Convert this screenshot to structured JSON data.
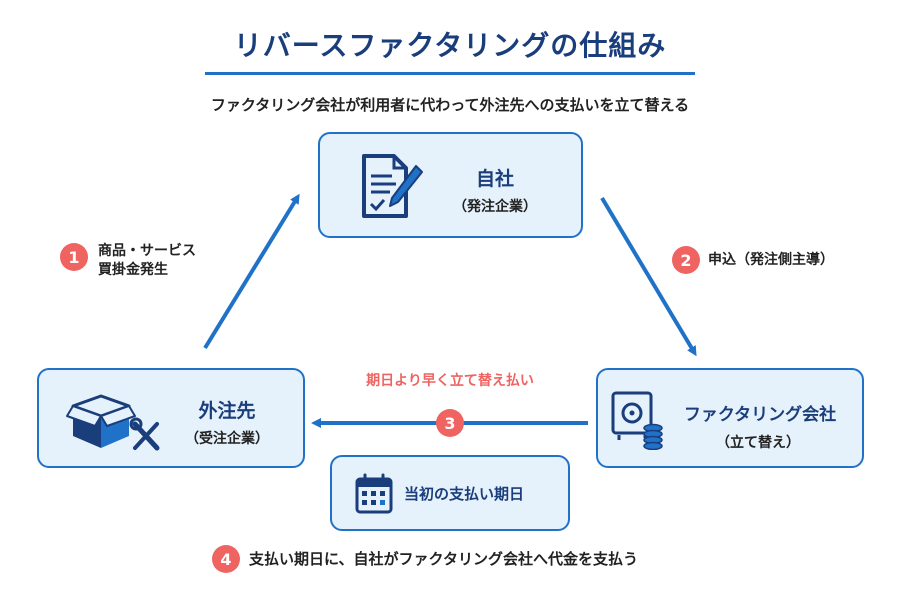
{
  "title": "リバースファクタリングの仕組み",
  "subtitle": "ファクタリング会社が利用者に代わって外注先への支払いを立て替える",
  "nodes": {
    "self": {
      "title": "自社",
      "sub": "（発注企業）",
      "icon": "document-pen-icon"
    },
    "vendor": {
      "title": "外注先",
      "sub": "（受注企業）",
      "icon": "box-tools-icon"
    },
    "factor": {
      "title": "ファクタリング会社",
      "sub": "（立て替え）",
      "icon": "safe-coins-icon"
    },
    "due": {
      "title": "当初の支払い期日",
      "icon": "calendar-icon"
    }
  },
  "steps": [
    {
      "num": "1",
      "line1": "商品・サービス",
      "line2": "買掛金発生"
    },
    {
      "num": "2",
      "line1": "申込（発注側主導）"
    },
    {
      "num": "3",
      "line1": "期日より早く立て替え払い"
    },
    {
      "num": "4",
      "line1": "支払い期日に、自社がファクタリング会社へ代金を支払う"
    }
  ],
  "colors": {
    "primary": "#1f72c8",
    "dark": "#1a3d7c",
    "box_bg": "#e5f1fb",
    "badge": "#ef6461"
  }
}
